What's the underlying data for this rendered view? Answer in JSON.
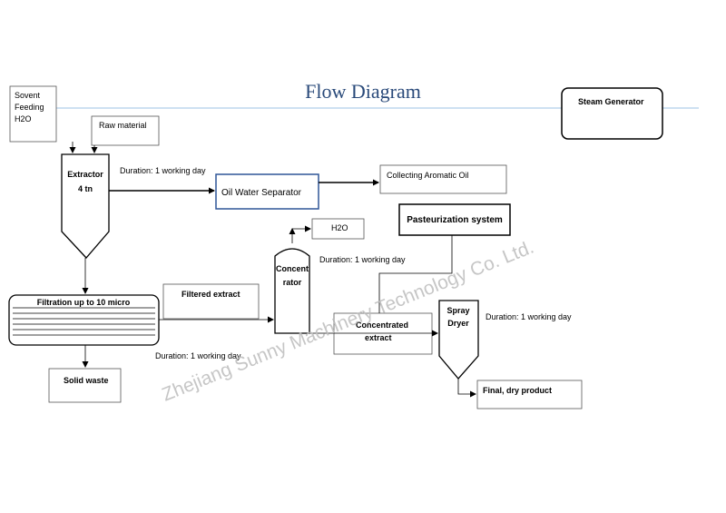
{
  "title": "Flow Diagram",
  "nodes": {
    "solvent": [
      "Sovent",
      "Feeding",
      "H2O"
    ],
    "raw_material": "Raw material",
    "extractor": [
      "Extractor",
      "4 tn"
    ],
    "oil_water_separator": "Oil Water Separator",
    "aromatic_oil": "Collecting Aromatic Oil",
    "steam_generator": "Steam Generator",
    "h2o": "H2O",
    "pasteurization": "Pasteurization system",
    "concentrator": [
      "Concent",
      "rator"
    ],
    "filtration": "Filtration up to 10 micro",
    "filtered_extract": "Filtered extract",
    "concentrated_extract": [
      "Concentrated",
      "extract"
    ],
    "spray_dryer": [
      "Spray",
      "Dryer"
    ],
    "solid_waste": "Solid waste",
    "final_product": "Final, dry product"
  },
  "durations": {
    "extractor": "Duration: 1 working day",
    "concentrator": "Duration: 1 working day",
    "filtration": "Duration: 1 working day",
    "spray_dryer": "Duration: 1 working day"
  },
  "watermark": "Zhejiang Sunny Machinery Technology Co. Ltd.",
  "colors": {
    "title": "#2a4a7a",
    "separator_border": "#2f5597",
    "title_rule": "#9dc3e6",
    "watermark": "#bdbdbd"
  }
}
